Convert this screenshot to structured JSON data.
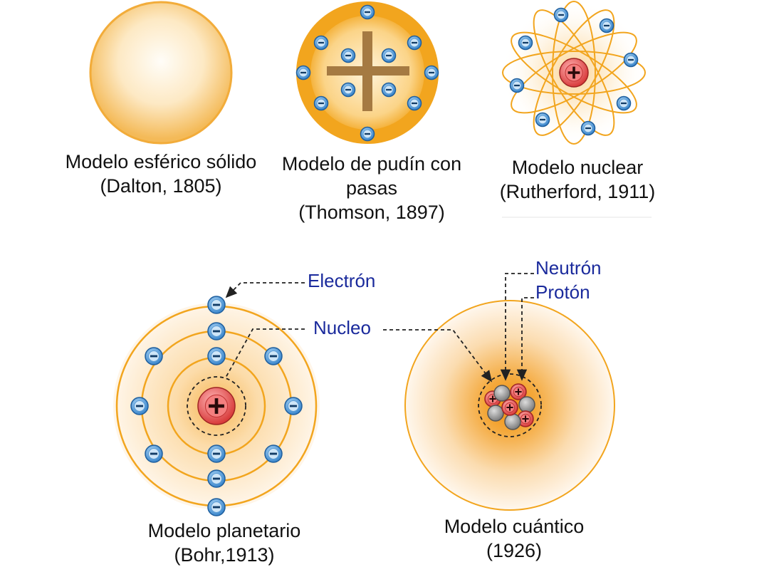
{
  "colors": {
    "orange": "#f0a91e",
    "orange_dark": "#e08e0b",
    "electron_fill": "#4f9bd9",
    "proton_fill": "#e85656",
    "neutron_fill": "#8f8f8f",
    "label_text": "#1a2a9c",
    "cross": "#a07840"
  },
  "icons": {
    "electron": "minus-sign",
    "proton": "plus-sign"
  },
  "models": [
    {
      "id": "dalton",
      "lines": [
        "Modelo esférico sólido",
        "(Dalton, 1805)"
      ]
    },
    {
      "id": "thomson",
      "lines": [
        "Modelo de pudín con",
        "pasas",
        "(Thomson, 1897)"
      ]
    },
    {
      "id": "rutherford",
      "lines": [
        "Modelo nuclear",
        "(Rutherford, 1911)"
      ]
    },
    {
      "id": "bohr",
      "lines": [
        "Modelo planetario",
        "(Bohr,1913)"
      ]
    },
    {
      "id": "quantum",
      "lines": [
        "Modelo cuántico",
        "(1926)"
      ]
    }
  ],
  "callouts": {
    "electron": "Electrón",
    "nucleus": "Nucleo",
    "neutron": "Neutrón",
    "proton": "Protón"
  }
}
